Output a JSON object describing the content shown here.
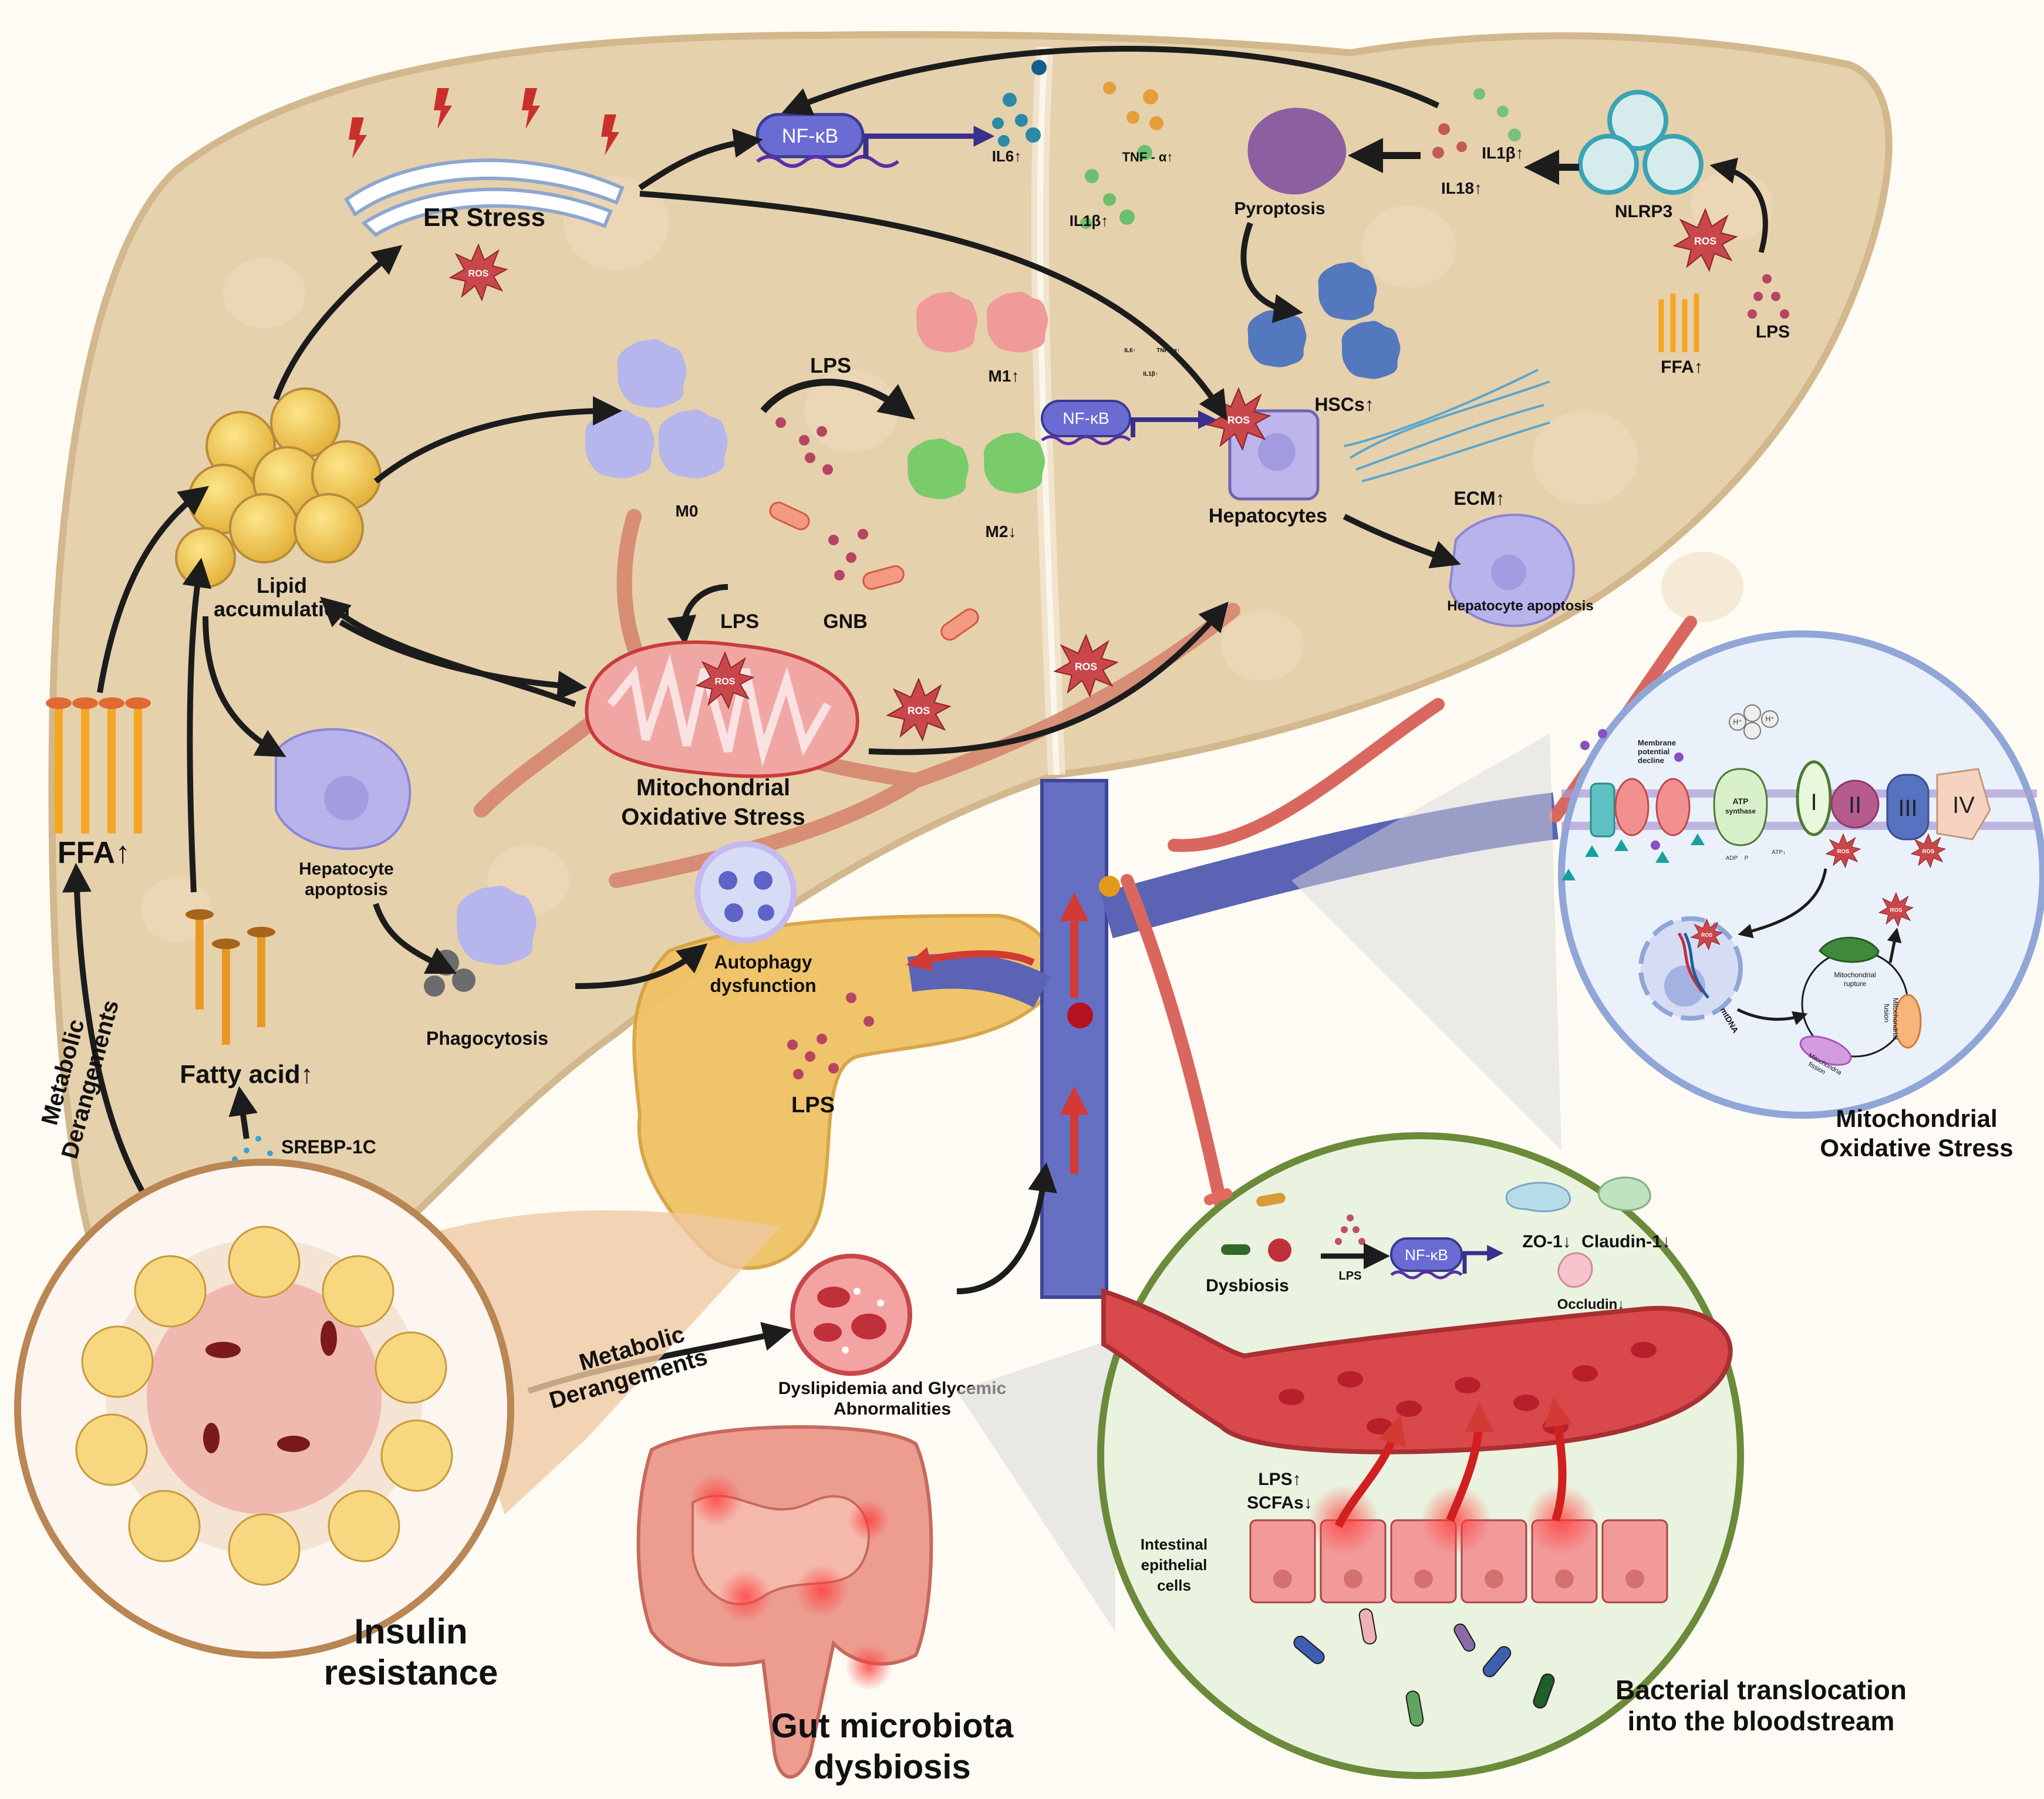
{
  "title": "Pathogenesis of liver injury: metabolic, gut and mitochondrial pathways",
  "colors": {
    "background": "#fdfbf3",
    "liver": "#e6d1ad",
    "liver_edge": "#d2b88c",
    "arrow": "#1c1c1c",
    "ros": "#c9474a",
    "nfkb": "#6a6cd4",
    "vein": "#5b63b5",
    "artery": "#d9675f",
    "mito_panel": "#eaf1fb",
    "gut_panel": "#eaf3df",
    "gut_panel_edge": "#6b8a3a",
    "mito_panel_edge": "#8fa6d6",
    "insulin_panel_edge": "#b98654"
  },
  "liver": {
    "er_stress": "ER Stress",
    "ros": "ROS",
    "nfkb": "NF-κB",
    "il6": "IL6↑",
    "tnf": "TNF - α↑",
    "il1b": "IL1β↑",
    "il18": "IL18↑",
    "nlrp3": "NLRP3",
    "pyroptosis": "Pyroptosis",
    "hscs": "HSCs↑",
    "ecm": "ECM↑",
    "hepatocytes": "Hepatocytes",
    "hepatocyte_apoptosis_right": "Hepatocyte apoptosis",
    "ffa_right": "FFA↑",
    "lps_right": "LPS",
    "lps_macrophage": "LPS",
    "m0": "M0",
    "m1": "M1↑",
    "m2": "M2↓",
    "lps_mito": "LPS",
    "gnb": "GNB",
    "lipid_accumulation": [
      "Lipid",
      "accumulation"
    ],
    "mito_stress": [
      "Mitochondrial",
      "Oxidative Stress"
    ],
    "hepatocyte_apoptosis_left": [
      "Hepatocyte",
      "apoptosis"
    ],
    "phagocytosis": "Phagocytosis",
    "autophagy": [
      "Autophagy",
      "dysfunction"
    ],
    "ffa_left": "FFA↑",
    "fatty_acid": "Fatty acid↑",
    "srebp": "SREBP-1C",
    "metabolic_left": [
      "Metabolic",
      "Derangements"
    ],
    "lps_pancreas": "LPS",
    "small_cytokines": {
      "il6": "IL6↑",
      "tnf": "TNF - α↑",
      "il1b": "IL1β↑"
    }
  },
  "insulin_panel": {
    "title": [
      "Insulin",
      "resistance"
    ]
  },
  "metabolic_mid": [
    "Metabolic",
    "Derangements"
  ],
  "dyslipidemia": [
    "Dyslipidemia and Glycemic",
    "Abnormalities"
  ],
  "gut": {
    "title": [
      "Gut microbiota",
      "dysbiosis"
    ]
  },
  "mito_panel": {
    "title": [
      "Mitochondrial",
      "Oxidative Stress"
    ],
    "membrane_potential": [
      "Membrane",
      "potential",
      "decline"
    ],
    "atp_synthase": [
      "ATP",
      "synthase"
    ],
    "complexes": [
      "I",
      "II",
      "III",
      "IV"
    ],
    "h_plus": "H⁺",
    "adp": "ADP",
    "p": "P",
    "atp": "ATP↓",
    "ros": "ROS",
    "mtdna": "mtDNA",
    "rupture": [
      "Mitochondrial",
      "rupture"
    ],
    "fusion": [
      "Mitochondrial",
      "fusion"
    ],
    "fission": [
      "Mitochondria",
      "fission"
    ]
  },
  "gut_panel": {
    "dysbiosis": "Dysbiosis",
    "lps": "LPS",
    "nfkb": "NF-κB",
    "zo1": "ZO-1↓",
    "claudin": "Claudin-1↓",
    "occludin": "Occludin↓",
    "lps_up": "LPS↑",
    "scfa": "SCFAs↓",
    "epithelial": [
      "Intestinal",
      "epithelial",
      "cells"
    ],
    "title": [
      "Bacterial translocation",
      "into the bloodstream"
    ]
  },
  "icons": [
    "ros-burst-icon",
    "lightning-icon",
    "arrow-icon",
    "dna-helix-icon",
    "macrophage-icon",
    "bacteria-icon",
    "mitochondrion-icon",
    "fatty-acid-icon",
    "red-blood-cell-icon"
  ]
}
